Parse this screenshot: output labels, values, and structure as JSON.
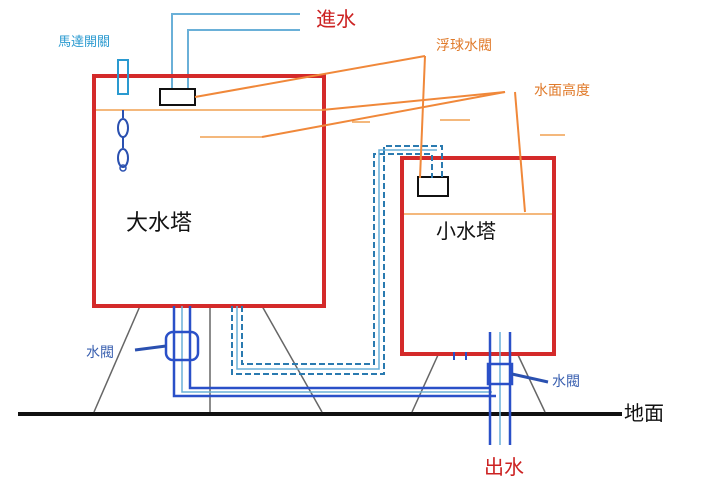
{
  "labels": {
    "inlet": "進水",
    "motor_switch": "馬達開關",
    "float_valve": "浮球水閥",
    "water_level": "水面高度",
    "big_tower": "大水塔",
    "small_tower": "小水塔",
    "valve_left": "水閥",
    "valve_right": "水閥",
    "ground": "地面",
    "outlet": "出水"
  },
  "colors": {
    "tank_border": "#d42a2a",
    "water_line": "#f0a050",
    "label_red": "#cc2222",
    "label_blue": "#3a60b0",
    "label_orange": "#e07a2a",
    "motor_switch_label": "#2a9ad0",
    "pipe_light_blue": "#6ab0d8",
    "pipe_blue": "#2a50c8",
    "pipe_dashed": "#2a7ab0",
    "ground": "#111111",
    "leg": "#666666",
    "leader_orange": "#f0883a",
    "leader_blue": "#2a50b0"
  }
}
